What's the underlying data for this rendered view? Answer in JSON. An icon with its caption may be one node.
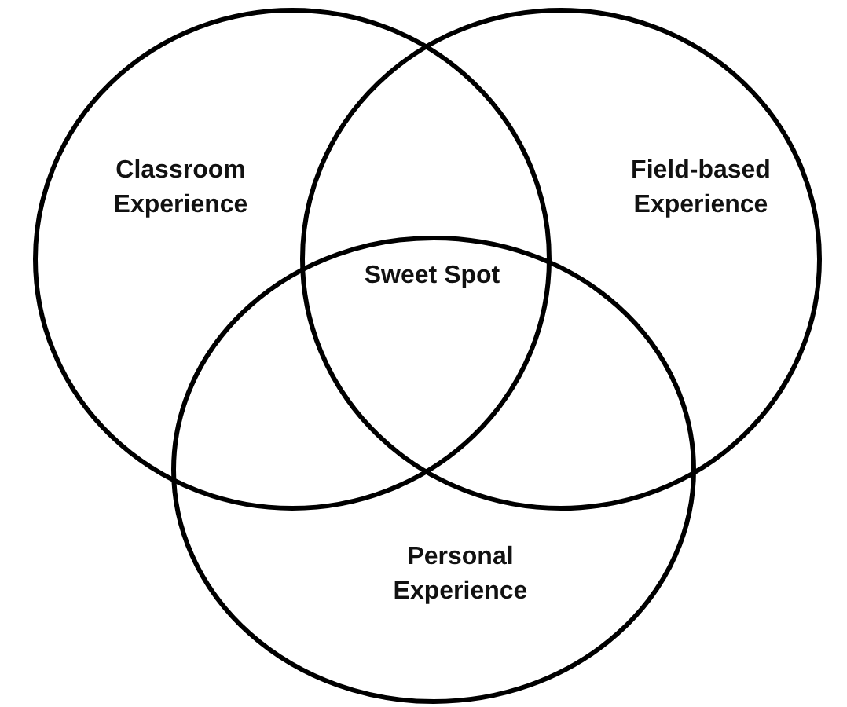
{
  "diagram": {
    "nodes": [
      {
        "text": [
          "Classroom Experience"
        ]
      },
      {
        "text": [
          "Field-based Experience"
        ]
      },
      {
        "text": [
          "Personal Experience"
        ]
      }
    ],
    "labels": [
      "Sweet Spot"
    ]
  }
}
